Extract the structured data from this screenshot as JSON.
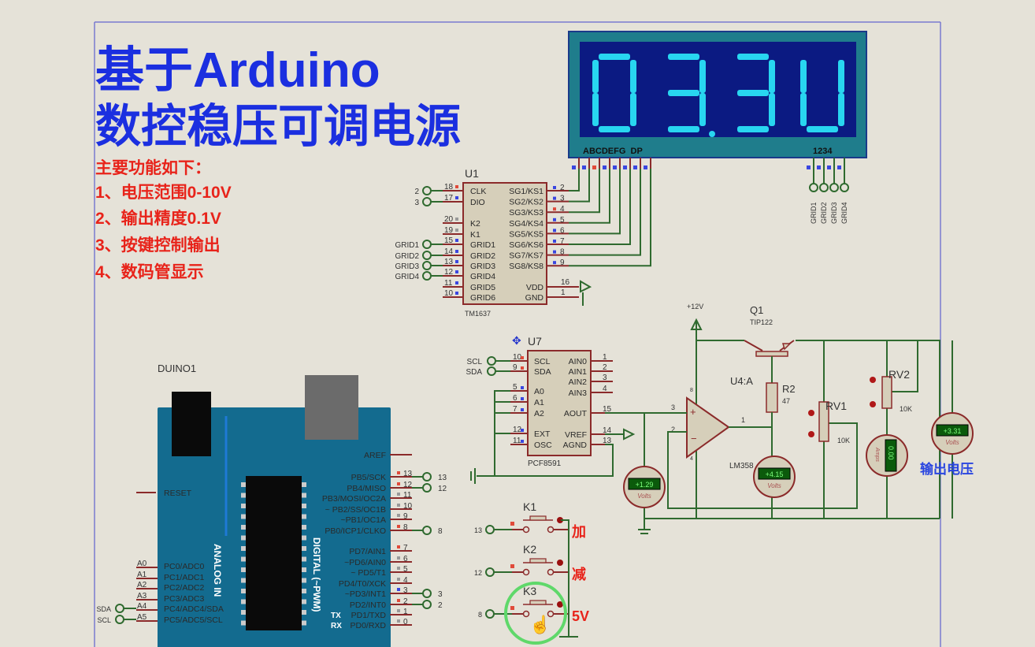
{
  "title": {
    "line1": "基于Arduino",
    "line2": "数控稳压可调电源"
  },
  "features": {
    "heading": "主要功能如下：",
    "items": [
      "1、电压范围0-10V",
      "2、输出精度0.1V",
      "3、按键控制输出",
      "4、数码管显示"
    ]
  },
  "display": {
    "chars": [
      "0",
      "3",
      "3",
      "U"
    ],
    "decimal_point_after_index": 1,
    "segment_label": "ABCDEFG  DP",
    "digit_label": "1234",
    "grid_labels": [
      "GRID1",
      "GRID2",
      "GRID3",
      "GRID4"
    ],
    "colors": {
      "frame": "#1f7d8c",
      "panel": "#0b1a82",
      "segment": "#28d6f0"
    }
  },
  "u1": {
    "ref": "U1",
    "part": "TM1637",
    "left_pins": [
      {
        "name": "CLK",
        "num": "18",
        "net": "2"
      },
      {
        "name": "DIO",
        "num": "17",
        "net": "3"
      },
      {
        "name": "K2",
        "num": "20",
        "net": ""
      },
      {
        "name": "K1",
        "num": "19",
        "net": ""
      },
      {
        "name": "GRID1",
        "num": "15",
        "net": "GRID1"
      },
      {
        "name": "GRID2",
        "num": "14",
        "net": "GRID2"
      },
      {
        "name": "GRID3",
        "num": "13",
        "net": "GRID3"
      },
      {
        "name": "GRID4",
        "num": "12",
        "net": "GRID4"
      },
      {
        "name": "GRID5",
        "num": "11",
        "net": ""
      },
      {
        "name": "GRID6",
        "num": "10",
        "net": ""
      }
    ],
    "right_pins": [
      {
        "name": "SG1/KS1",
        "num": "2"
      },
      {
        "name": "SG2/KS2",
        "num": "3"
      },
      {
        "name": "SG3/KS3",
        "num": "4"
      },
      {
        "name": "SG4/KS4",
        "num": "5"
      },
      {
        "name": "SG5/KS5",
        "num": "6"
      },
      {
        "name": "SG6/KS6",
        "num": "7"
      },
      {
        "name": "SG7/KS7",
        "num": "8"
      },
      {
        "name": "SG8/KS8",
        "num": "9"
      }
    ],
    "power_pins": [
      {
        "name": "VDD",
        "num": "16"
      },
      {
        "name": "GND",
        "num": "1"
      }
    ]
  },
  "u7": {
    "ref": "U7",
    "part": "PCF8591",
    "left_pins": [
      {
        "name": "SCL",
        "num": "10",
        "net": "SCL"
      },
      {
        "name": "SDA",
        "num": "9",
        "net": "SDA"
      },
      {
        "name": "A0",
        "num": "5",
        "net": ""
      },
      {
        "name": "A1",
        "num": "6",
        "net": ""
      },
      {
        "name": "A2",
        "num": "7",
        "net": ""
      },
      {
        "name": "EXT",
        "num": "12",
        "net": ""
      },
      {
        "name": "OSC",
        "num": "11",
        "net": ""
      }
    ],
    "right_pins": [
      {
        "name": "AIN0",
        "num": "1"
      },
      {
        "name": "AIN1",
        "num": "2"
      },
      {
        "name": "AIN2",
        "num": "3"
      },
      {
        "name": "AIN3",
        "num": "4"
      },
      {
        "name": "AOUT",
        "num": "15"
      },
      {
        "name": "VREF",
        "num": "14"
      },
      {
        "name": "AGND",
        "num": "13"
      }
    ]
  },
  "power": {
    "supply": "+12V",
    "q1_ref": "Q1",
    "q1_part": "TIP122",
    "opamp_ref": "U4:A",
    "opamp_part": "LM358",
    "opamp_pins": {
      "plus": "3",
      "minus": "2",
      "out": "1",
      "vcc": "8",
      "gnd": "4"
    },
    "r2_ref": "R2",
    "r2_value": "47",
    "rv1_ref": "RV1",
    "rv1_value": "10K",
    "rv2_ref": "RV2",
    "rv2_value": "10K",
    "output_label": "输出电压"
  },
  "meters": [
    {
      "value": "+1.29",
      "unit": "Volts"
    },
    {
      "value": "+4.15",
      "unit": "Volts"
    },
    {
      "value": "0.00",
      "unit": "Amps"
    },
    {
      "value": "+3.31",
      "unit": "Volts"
    }
  ],
  "keys": [
    {
      "ref": "K1",
      "net": "13",
      "label": "加"
    },
    {
      "ref": "K2",
      "net": "12",
      "label": "减"
    },
    {
      "ref": "K3",
      "net": "8",
      "label": "5V"
    }
  ],
  "arduino": {
    "ref": "DUINO1",
    "reset": "RESET",
    "analog_title": "ANALOG IN",
    "digital_title": "DIGITAL (~PWM)",
    "tx": "TX",
    "rx": "RX",
    "analog_pins": [
      {
        "name": "PC0/ADC0",
        "num": "A0",
        "net": ""
      },
      {
        "name": "PC1/ADC1",
        "num": "A1",
        "net": ""
      },
      {
        "name": "PC2/ADC2",
        "num": "A2",
        "net": ""
      },
      {
        "name": "PC3/ADC3",
        "num": "A3",
        "net": ""
      },
      {
        "name": "PC4/ADC4/SDA",
        "num": "A4",
        "net": "SDA"
      },
      {
        "name": "PC5/ADC5/SCL",
        "num": "A5",
        "net": "SCL"
      }
    ],
    "digital_pins": [
      {
        "name": "AREF",
        "num": "",
        "net": ""
      },
      {
        "name": "PB5/SCK",
        "num": "13",
        "net": "13"
      },
      {
        "name": "PB4/MISO",
        "num": "12",
        "net": "12"
      },
      {
        "name": "PB3/MOSI/OC2A",
        "num": "11",
        "net": ""
      },
      {
        "name": "~ PB2/SS/OC1B",
        "num": "10",
        "net": ""
      },
      {
        "name": "~PB1/OC1A",
        "num": "9",
        "net": ""
      },
      {
        "name": "PB0/ICP1/CLKO",
        "num": "8",
        "net": "8"
      },
      {
        "name": "PD7/AIN1",
        "num": "7",
        "net": ""
      },
      {
        "name": "~PD6/AIN0",
        "num": "6",
        "net": ""
      },
      {
        "name": "~    PD5/T1",
        "num": "5",
        "net": ""
      },
      {
        "name": "PD4/T0/XCK",
        "num": "4",
        "net": ""
      },
      {
        "name": "~PD3/INT1",
        "num": "3",
        "net": "3"
      },
      {
        "name": "PD2/INT0",
        "num": "2",
        "net": "2"
      },
      {
        "name": "PD1/TXD",
        "num": "1",
        "net": ""
      },
      {
        "name": "PD0/RXD",
        "num": "0",
        "net": ""
      }
    ]
  }
}
